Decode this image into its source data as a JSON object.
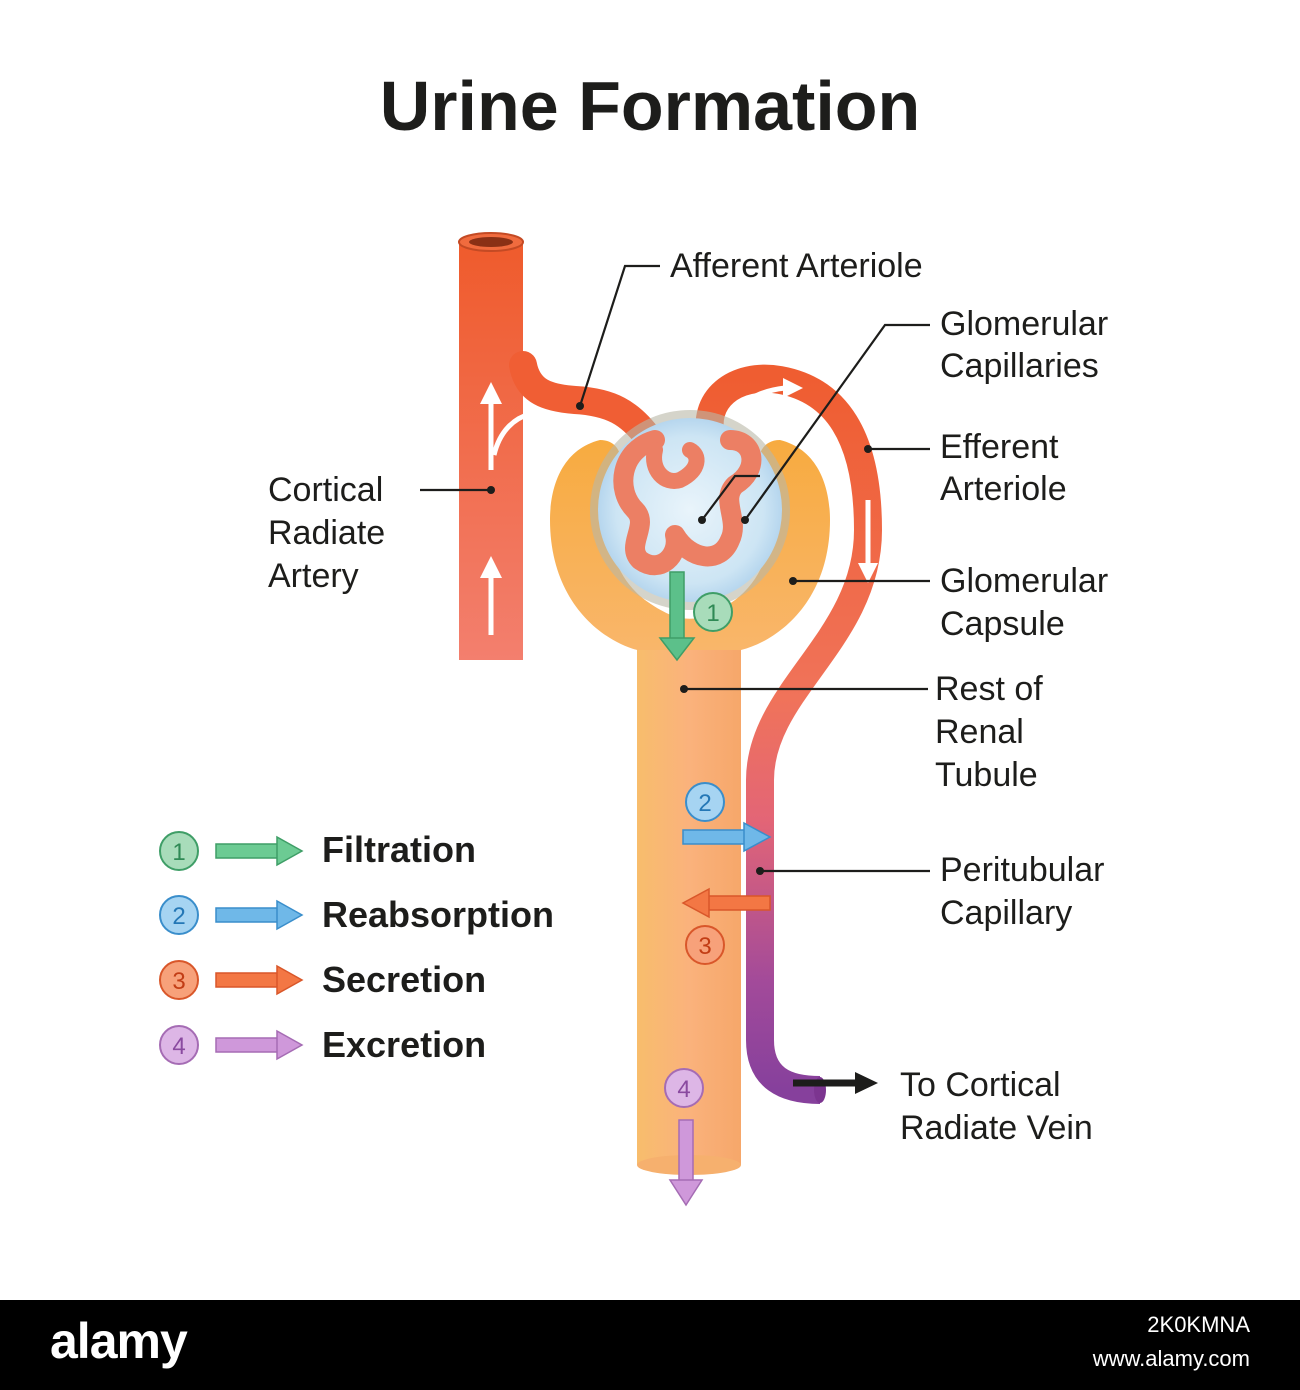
{
  "title": "Urine Formation",
  "labels": {
    "afferent": "Afferent Arteriole",
    "glomerular_capillaries": [
      "Glomerular",
      "Capillaries"
    ],
    "efferent": [
      "Efferent",
      "Arteriole"
    ],
    "cortical_artery": [
      "Cortical",
      "Radiate",
      "Artery"
    ],
    "glomerular_capsule": [
      "Glomerular",
      "Capsule"
    ],
    "rest_tubule": [
      "Rest of",
      "Renal",
      "Tubule"
    ],
    "peritubular": [
      "Peritubular",
      "Capillary"
    ],
    "vein": [
      "To Cortical",
      "Radiate Vein"
    ]
  },
  "legend": [
    {
      "num": "1",
      "label": "Filtration",
      "color": "#4fb47a"
    },
    {
      "num": "2",
      "label": "Reabsorption",
      "color": "#5aaee0"
    },
    {
      "num": "3",
      "label": "Secretion",
      "color": "#f26b3a"
    },
    {
      "num": "4",
      "label": "Excretion",
      "color": "#b57cc4"
    }
  ],
  "colors": {
    "artery": "#f05a32",
    "capsule": "#f7b24a",
    "tubule": "#f8b877",
    "glomerulus_fill": "#cfe6f5",
    "vein_end": "#8e44a0"
  },
  "footer": {
    "brand": "alamy",
    "image_id": "2K0KMNA",
    "url": "www.alamy.com"
  }
}
